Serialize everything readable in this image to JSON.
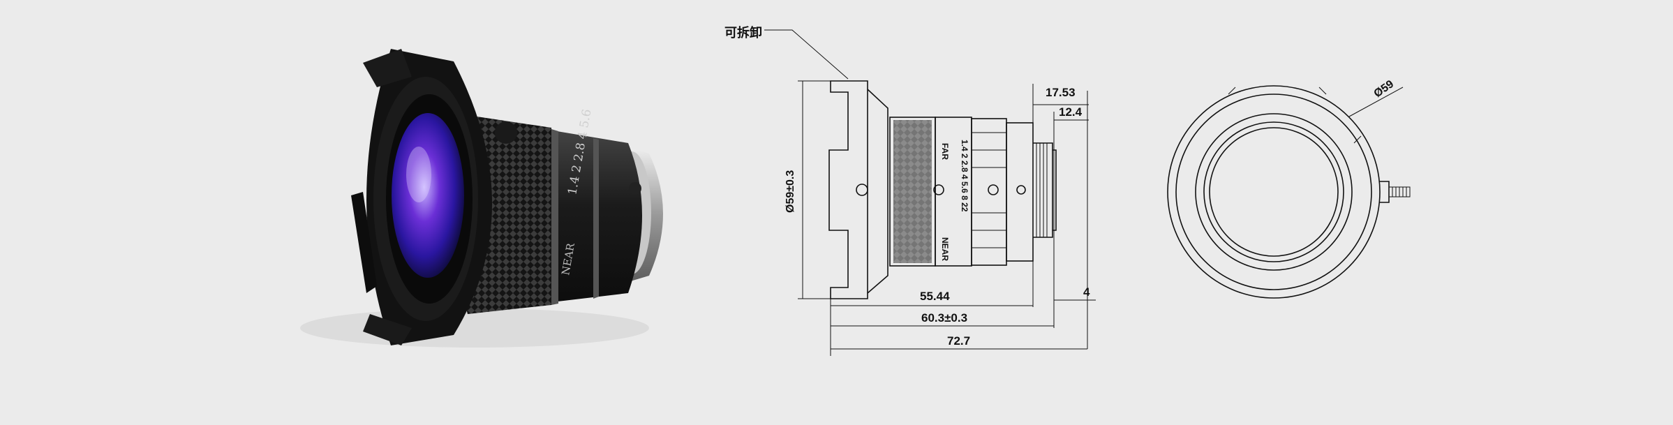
{
  "drawing": {
    "callout": "可拆卸",
    "dims": {
      "d1753": "17.53",
      "d124": "12.4",
      "diameter_left": "Ø59±0.3",
      "d5544": "55.44",
      "d603": "60.3±0.3",
      "d727": "72.7",
      "d4": "4",
      "diameter_right": "Ø59"
    },
    "ring_markings": {
      "far": "FAR",
      "near": "NEAR",
      "aperture_scale": "1.4  2  2.8  4  5.6  8  22"
    }
  },
  "photo": {
    "barrel_marks": "1.4  2  2.8  4  5.6",
    "near_label": "NEAR"
  }
}
